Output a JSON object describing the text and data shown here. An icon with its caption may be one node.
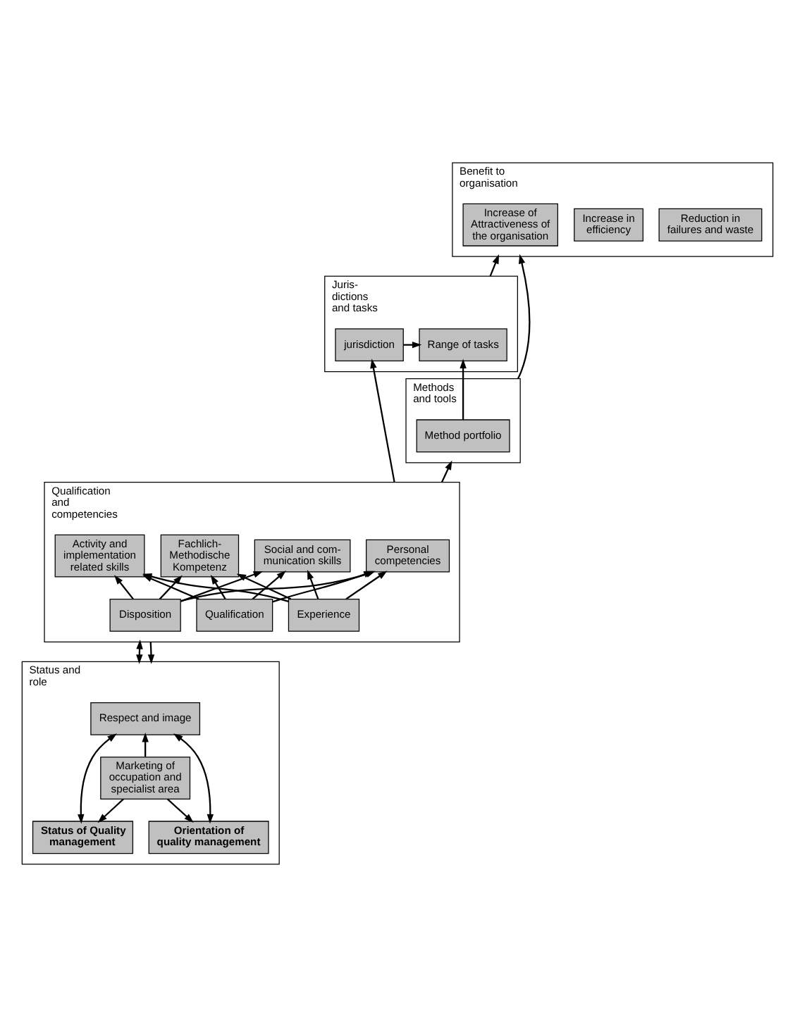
{
  "diagram": {
    "nodes": [
      {
        "text": [
          "Benefit to organisation"
        ]
      },
      {
        "text": [
          "Reduction in failures and waste"
        ],
        "in": 0
      },
      {
        "text": [
          "Increase in efficiency"
        ],
        "in": 0
      },
      {
        "text": [
          "Increase of Attractiveness of the organisation"
        ],
        "in": 0
      },
      {
        "text": [
          "Juris- dictions and tasks"
        ]
      },
      {
        "text": [
          "Range of tasks"
        ],
        "in": 4
      },
      {
        "text": [
          "jurisdiction"
        ],
        "in": 4
      },
      {
        "text": [
          "Methods and tools"
        ]
      },
      {
        "text": [
          "Method portfolio"
        ],
        "in": 7
      },
      {
        "text": [
          "Qualification and competencies"
        ]
      },
      {
        "text": [
          "Personal competencies"
        ],
        "in": 9
      },
      {
        "text": [
          "Social and com- munication skills"
        ],
        "in": 9
      },
      {
        "text": [
          "Fachlich- Methodische Kompetenz"
        ],
        "in": 9
      },
      {
        "text": [
          "Activity and implementation related skills"
        ],
        "in": 9
      },
      {
        "text": [
          "Qualification"
        ],
        "in": 9
      },
      {
        "text": [
          "Experience"
        ],
        "in": 9
      },
      {
        "text": [
          "Disposition"
        ],
        "in": 9
      },
      {
        "text": [
          "Status and role"
        ]
      },
      {
        "text": [
          "Respect and image"
        ],
        "in": 17
      },
      {
        "text": [
          "Status of Quality management"
        ],
        "in": 17
      },
      {
        "text": [
          "Orientation of quality management"
        ],
        "in": 17
      },
      {
        "text": [
          "Marketing of occupation and specialist area"
        ],
        "in": 17
      }
    ],
    "edges": [
      {
        "from": 4,
        "to": 0,
        "arrow": "to"
      },
      {
        "from": 7,
        "to": 0,
        "arrow": "to"
      },
      {
        "from": 9,
        "to": 17,
        "arrow": "both"
      },
      {
        "from": 9,
        "to": 6,
        "arrow": "to"
      },
      {
        "from": 9,
        "to": 7,
        "arrow": "to"
      },
      {
        "from": 9,
        "to": 17,
        "arrow": "to"
      },
      {
        "from": 6,
        "to": 5,
        "arrow": "to"
      },
      {
        "from": 8,
        "to": 5,
        "arrow": "to"
      },
      {
        "from": 14,
        "to": 10,
        "arrow": "to"
      },
      {
        "from": 14,
        "to": 11,
        "arrow": "to"
      },
      {
        "from": 14,
        "to": 12,
        "arrow": "to"
      },
      {
        "from": 14,
        "to": 13,
        "arrow": "to"
      },
      {
        "from": 15,
        "to": 10,
        "arrow": "to"
      },
      {
        "from": 15,
        "to": 11,
        "arrow": "to"
      },
      {
        "from": 15,
        "to": 12,
        "arrow": "to"
      },
      {
        "from": 15,
        "to": 13,
        "arrow": "to"
      },
      {
        "from": 16,
        "to": 10,
        "arrow": "to"
      },
      {
        "from": 16,
        "to": 11,
        "arrow": "to"
      },
      {
        "from": 16,
        "to": 12,
        "arrow": "to"
      },
      {
        "from": 16,
        "to": 13,
        "arrow": "to"
      },
      {
        "from": 18,
        "to": 19,
        "arrow": "both"
      },
      {
        "from": 18,
        "to": 20,
        "arrow": "both"
      },
      {
        "from": 21,
        "to": 18,
        "arrow": "to"
      },
      {
        "from": 21,
        "to": 19,
        "arrow": "to"
      },
      {
        "from": 21,
        "to": 20,
        "arrow": "to"
      }
    ]
  }
}
